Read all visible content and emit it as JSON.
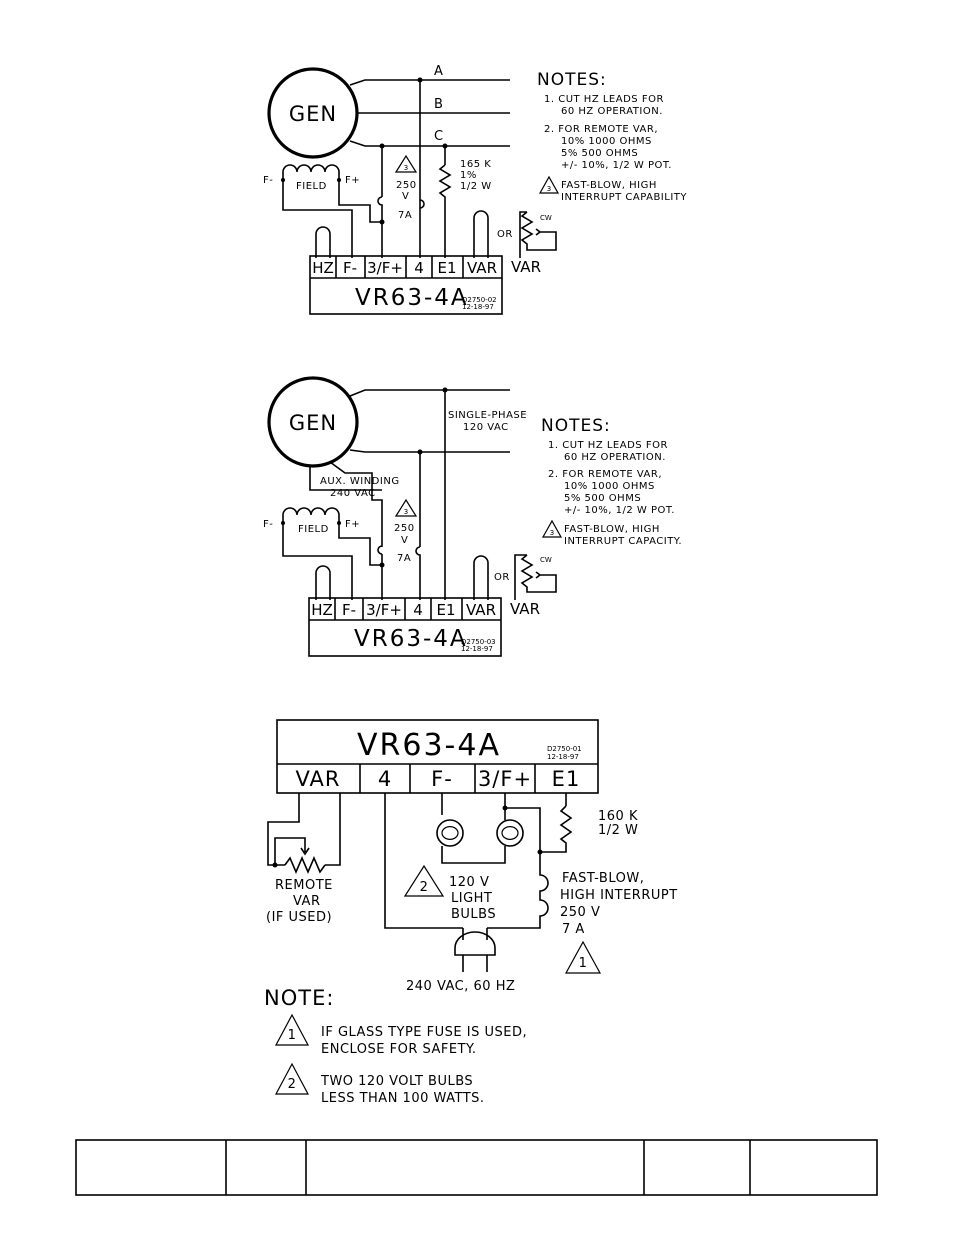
{
  "diagram1": {
    "gen_label": "GEN",
    "phase_a": "A",
    "phase_b": "B",
    "phase_c": "C",
    "field": "FIELD",
    "f_minus": "F-",
    "f_plus": "F+",
    "fuse_marker": "3",
    "fuse_voltage": "250",
    "fuse_volt_unit": "V",
    "fuse_amp": "7A",
    "resistor": [
      "165 K",
      "1%",
      "1/2 W"
    ],
    "or": "OR",
    "cw": "CW",
    "var": "VAR",
    "terminals": [
      "HZ",
      "F-",
      "3/F+",
      "4",
      "E1",
      "VAR"
    ],
    "model": "VR63-4A",
    "drawing_no": "D2750-02",
    "drawing_date": "12-18-97",
    "notes_title": "NOTES:",
    "notes": [
      "1. CUT HZ LEADS FOR",
      "60 HZ OPERATION.",
      "2. FOR REMOTE VAR,",
      "10% 1000 OHMS",
      "5% 500 OHMS",
      "+/- 10%, 1/2 W POT.",
      "FAST-BLOW, HIGH",
      "INTERRUPT CAPABILITY"
    ]
  },
  "diagram2": {
    "gen_label": "GEN",
    "single_phase": "SINGLE-PHASE",
    "single_phase_v": "120 VAC",
    "aux_winding": "AUX. WINDING",
    "aux_v": "240 VAC",
    "field": "FIELD",
    "f_minus": "F-",
    "f_plus": "F+",
    "fuse_marker": "3",
    "fuse_voltage": "250",
    "fuse_volt_unit": "V",
    "fuse_amp": "7A",
    "or": "OR",
    "cw": "CW",
    "var": "VAR",
    "terminals": [
      "HZ",
      "F-",
      "3/F+",
      "4",
      "E1",
      "VAR"
    ],
    "model": "VR63-4A",
    "drawing_no": "D2750-03",
    "drawing_date": "12-18-97",
    "notes_title": "NOTES:",
    "notes": [
      "1. CUT HZ LEADS FOR",
      "60 HZ OPERATION.",
      "2. FOR REMOTE VAR,",
      "10% 1000 OHMS",
      "5% 500 OHMS",
      "+/- 10%, 1/2 W POT.",
      "FAST-BLOW, HIGH",
      "INTERRUPT CAPACITY."
    ]
  },
  "diagram3": {
    "model": "VR63-4A",
    "drawing_no": "D2750-01",
    "drawing_date": "12-18-97",
    "terminals": [
      "VAR",
      "4",
      "F-",
      "3/F+",
      "E1"
    ],
    "resistor": [
      "160 K",
      "1/2 W"
    ],
    "remote_var": [
      "REMOTE",
      "VAR",
      "(IF USED)"
    ],
    "bulbs_marker": "2",
    "bulbs": [
      "120 V",
      "LIGHT",
      "BULBS"
    ],
    "fuse": [
      "FAST-BLOW,",
      "HIGH INTERRUPT",
      "250 V",
      "7 A"
    ],
    "fuse_marker": "1",
    "plug": "240 VAC, 60 HZ",
    "note_title": "NOTE:",
    "note1_marker": "1",
    "note1": [
      "IF GLASS TYPE FUSE IS USED,",
      "ENCLOSE FOR SAFETY."
    ],
    "note2_marker": "2",
    "note2": [
      "TWO 120 VOLT BULBS",
      "LESS THAN 100 WATTS."
    ]
  },
  "footer": {
    "cells": [
      "",
      "",
      "",
      "",
      ""
    ]
  }
}
